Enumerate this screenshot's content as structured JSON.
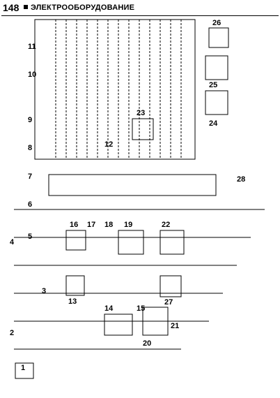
{
  "header": {
    "page_number": "148",
    "chapter": "ЭЛЕКТРООБОРУДОВАНИЕ"
  },
  "diagram": {
    "component_numbers": [
      "1",
      "2",
      "3",
      "4",
      "5",
      "6",
      "7",
      "8",
      "9",
      "10",
      "11",
      "12",
      "13",
      "14",
      "15",
      "16",
      "17",
      "18",
      "19",
      "20",
      "21",
      "22",
      "23",
      "24",
      "25",
      "26",
      "27",
      "28"
    ]
  }
}
